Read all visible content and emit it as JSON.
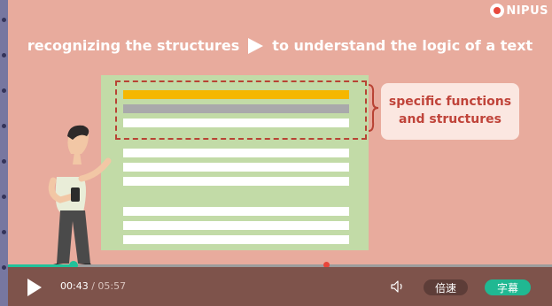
{
  "brand": {
    "logo_text": "NIPUS",
    "logo_icon": "unipus-logo-icon"
  },
  "slide": {
    "headline_left": "recognizing the structures",
    "headline_right": "to understand the logic of a text",
    "arrow_icon": "play-arrow-icon",
    "callout": {
      "line1": "specific functions",
      "line2": "and structures"
    },
    "colors": {
      "background": "#e8ab9d",
      "document": "#c2dba7",
      "highlight_yellow": "#f5b700",
      "highlight_gray": "#a9a9ab",
      "dashed_border": "#b84334",
      "callout_text": "#c0443a"
    }
  },
  "player": {
    "current_time": "00:43",
    "separator": " / ",
    "total_time": "05:57",
    "progress_fraction": 0.12,
    "marker_fraction": 0.58,
    "speed_label": "倍速",
    "subtitles_label": "字幕",
    "accent_color": "#20c29a",
    "icons": {
      "play": "play-icon",
      "volume": "volume-icon"
    }
  }
}
